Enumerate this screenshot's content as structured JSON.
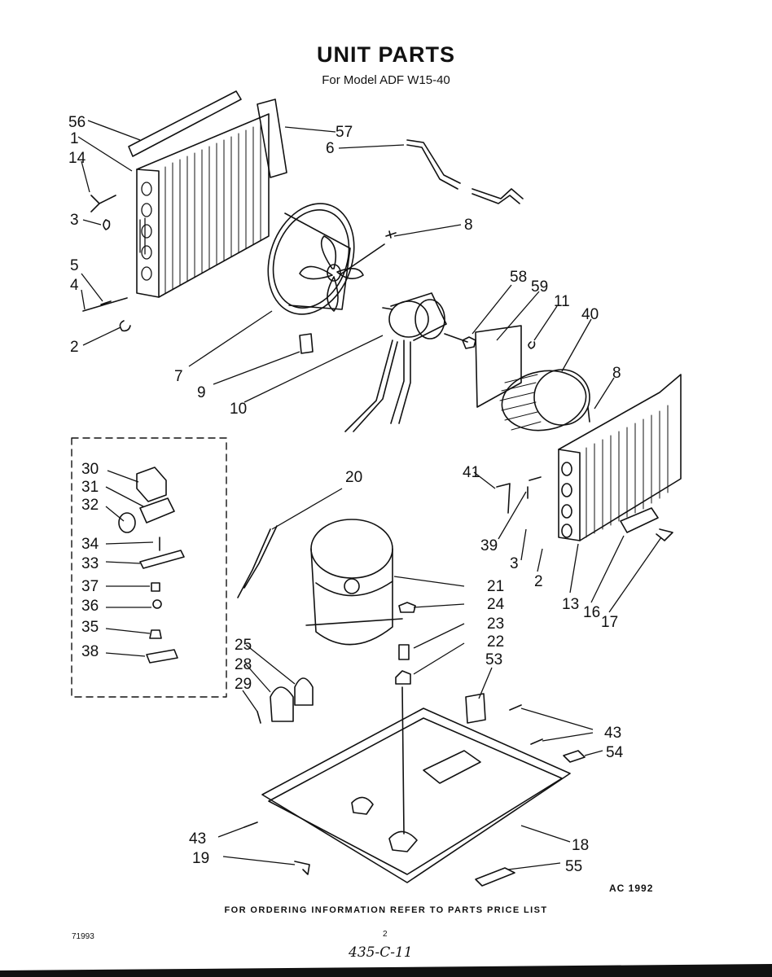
{
  "header": {
    "title": "UNIT PARTS",
    "subtitle": "For Model  ADF W15-40"
  },
  "footer": {
    "ordering_note": "FOR ORDERING INFORMATION REFER TO PARTS PRICE LIST",
    "ac_code": "AC  1992",
    "doc_number": "71993",
    "page_number": "2",
    "handwritten_code": "435-C-11"
  },
  "callouts": {
    "c56": "56",
    "c1": "1",
    "c14": "14",
    "c3a": "3",
    "c5": "5",
    "c4": "4",
    "c2a": "2",
    "c57": "57",
    "c6": "6",
    "c8a": "8",
    "c7": "7",
    "c9": "9",
    "c10": "10",
    "c58": "58",
    "c59": "59",
    "c11": "11",
    "c40": "40",
    "c8b": "8",
    "c30": "30",
    "c31": "31",
    "c32": "32",
    "c34": "34",
    "c33": "33",
    "c37": "37",
    "c36": "36",
    "c35": "35",
    "c38": "38",
    "c20": "20",
    "c21": "21",
    "c24": "24",
    "c23": "23",
    "c22": "22",
    "c25": "25",
    "c28": "28",
    "c29": "29",
    "c53": "53",
    "c41": "41",
    "c39": "39",
    "c3b": "3",
    "c2b": "2",
    "c13": "13",
    "c16": "16",
    "c17": "17",
    "c43a": "43",
    "c54": "54",
    "c43b": "43",
    "c18": "18",
    "c19": "19",
    "c55": "55"
  }
}
